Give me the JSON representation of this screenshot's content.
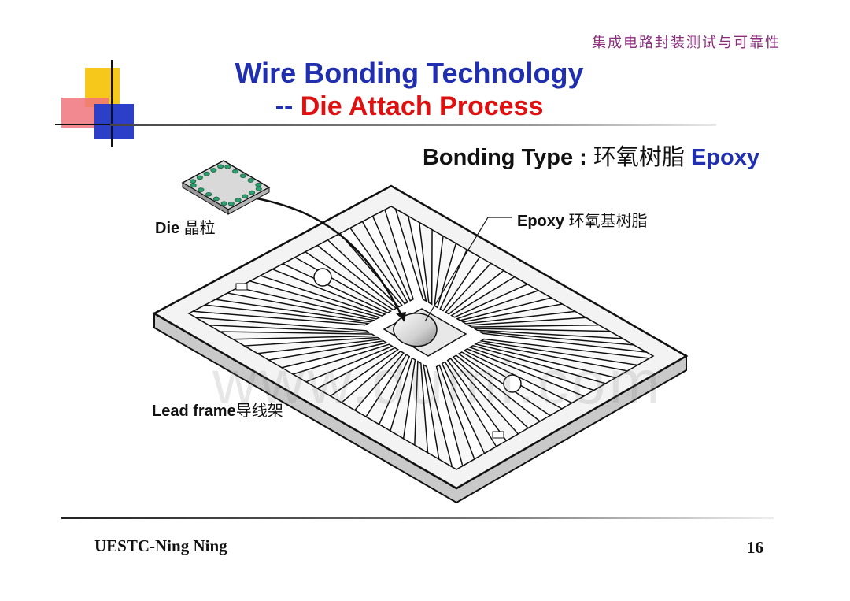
{
  "course_title": "集成电路封装测试与可靠性",
  "title": {
    "line1": "Wire Bonding Technology",
    "line2_prefix": "--",
    "line2_main": "Die Attach Process"
  },
  "bonding_type": {
    "label": "Bonding Type :",
    "chinese": "环氧树脂",
    "value": "Epoxy"
  },
  "labels": {
    "die_en": "Die",
    "die_cn": "晶粒",
    "epoxy_en": "Epoxy",
    "epoxy_cn": "环氧基树脂",
    "leadframe_en": "Lead frame",
    "leadframe_cn": "导线架"
  },
  "watermark": "www.dumi.com",
  "footer": {
    "author": "UESTC-Ning Ning",
    "page": "16"
  },
  "colors": {
    "title_blue": "#1f2fb0",
    "title_red": "#e01010",
    "course_purple": "#8a2b7b",
    "die_green": "#2e9e6e"
  }
}
